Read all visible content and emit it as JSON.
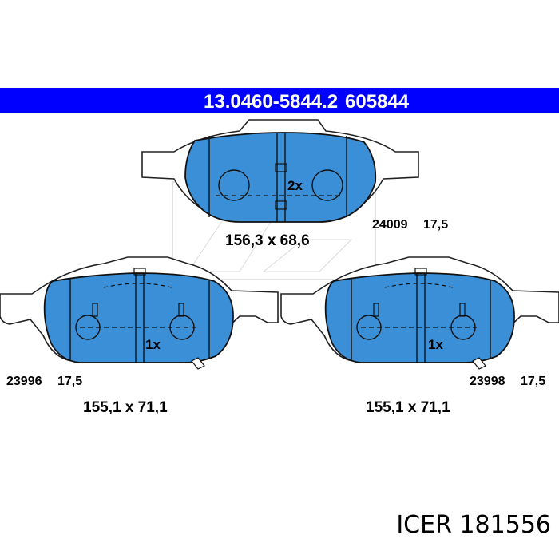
{
  "header": {
    "part_number": "13.0460-5844.2",
    "ref_number": "605844",
    "background": "#0000ff",
    "text_color": "#ffffff"
  },
  "pads": {
    "top": {
      "quantity": "2x",
      "code": "24009",
      "thickness": "17,5",
      "dimensions": "156,3 x 68,6"
    },
    "left": {
      "quantity": "1x",
      "code": "23996",
      "thickness": "17,5",
      "dimensions": "155,1 x 71,1"
    },
    "right": {
      "quantity": "1x",
      "code": "23998",
      "thickness": "17,5",
      "dimensions": "155,1 x 71,1"
    },
    "pad_fill": "#3a8fd6"
  },
  "footer": {
    "brand": "ICER",
    "article": "181556"
  }
}
